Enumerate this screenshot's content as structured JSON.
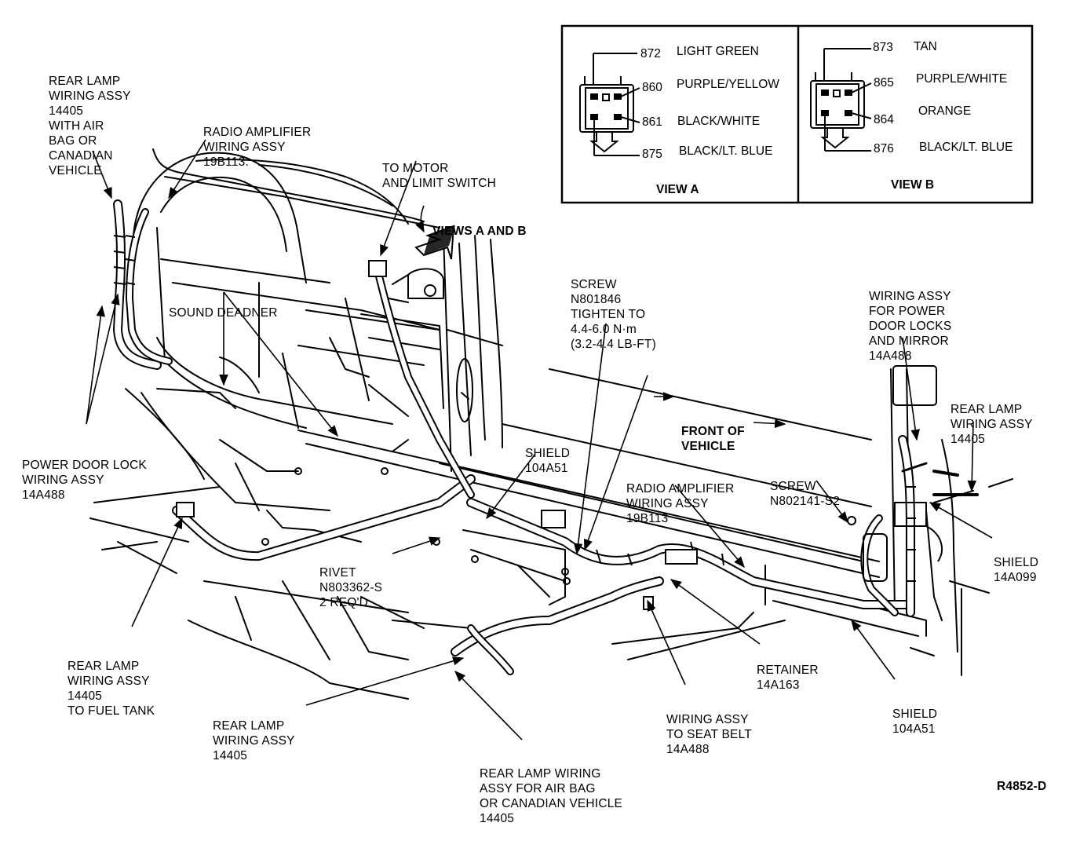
{
  "figure_code": "R4852-D",
  "connector_views": {
    "view_a": {
      "title": "VIEW A",
      "pins": [
        {
          "circuit": "872",
          "color": "LIGHT GREEN"
        },
        {
          "circuit": "860",
          "color": "PURPLE/YELLOW"
        },
        {
          "circuit": "861",
          "color": "BLACK/WHITE"
        },
        {
          "circuit": "875",
          "color": "BLACK/LT. BLUE"
        }
      ]
    },
    "view_b": {
      "title": "VIEW B",
      "pins": [
        {
          "circuit": "873",
          "color": "TAN"
        },
        {
          "circuit": "865",
          "color": "PURPLE/WHITE"
        },
        {
          "circuit": "864",
          "color": "ORANGE"
        },
        {
          "circuit": "876",
          "color": "BLACK/LT. BLUE"
        }
      ]
    }
  },
  "callouts": [
    {
      "id": "rear-lamp-airbag-top",
      "lines": [
        "REAR LAMP",
        "WIRING ASSY",
        "14405",
        "WITH AIR",
        "BAG OR",
        "CANADIAN",
        "VEHICLE"
      ]
    },
    {
      "id": "radio-amp-top",
      "lines": [
        "RADIO AMPLIFIER",
        "WIRING ASSY",
        "19B113."
      ]
    },
    {
      "id": "to-motor",
      "lines": [
        "TO MOTOR",
        "AND LIMIT SWITCH"
      ]
    },
    {
      "id": "views-a-b",
      "lines": [
        "VIEWS A AND B"
      ]
    },
    {
      "id": "sound-deadner",
      "lines": [
        "SOUND DEADNER"
      ]
    },
    {
      "id": "screw-n801846",
      "lines": [
        "SCREW",
        "N801846",
        "TIGHTEN TO",
        "4.4-6.0 N·m",
        "(3.2-4.4 LB-FT)"
      ]
    },
    {
      "id": "wiring-door-locks",
      "lines": [
        "WIRING ASSY",
        "FOR POWER",
        "DOOR LOCKS",
        "AND MIRROR",
        "14A488"
      ]
    },
    {
      "id": "rear-lamp-right",
      "lines": [
        "REAR LAMP",
        "WIRING ASSY",
        "14405"
      ]
    },
    {
      "id": "front-of-vehicle",
      "lines": [
        "FRONT OF",
        "VEHICLE"
      ]
    },
    {
      "id": "power-door-lock",
      "lines": [
        "POWER DOOR LOCK",
        "WIRING ASSY",
        "14A488"
      ]
    },
    {
      "id": "shield-104a51-top",
      "lines": [
        "SHIELD",
        "104A51"
      ]
    },
    {
      "id": "radio-amp-mid",
      "lines": [
        "RADIO AMPLIFIER",
        "WIRING ASSY",
        "19B113"
      ]
    },
    {
      "id": "screw-n802141",
      "lines": [
        "SCREW",
        "N802141-S2"
      ]
    },
    {
      "id": "shield-14a099",
      "lines": [
        "SHIELD",
        "14A099"
      ]
    },
    {
      "id": "rivet",
      "lines": [
        "RIVET",
        "N803362-S",
        "2 REQ'D"
      ]
    },
    {
      "id": "rear-lamp-fuel",
      "lines": [
        "REAR LAMP",
        "WIRING ASSY",
        "14405",
        "TO FUEL TANK"
      ]
    },
    {
      "id": "retainer",
      "lines": [
        "RETAINER",
        "14A163"
      ]
    },
    {
      "id": "rear-lamp-bottom",
      "lines": [
        "REAR LAMP",
        "WIRING ASSY",
        "14405"
      ]
    },
    {
      "id": "seat-belt",
      "lines": [
        "WIRING ASSY",
        "TO SEAT BELT",
        "14A488"
      ]
    },
    {
      "id": "shield-104a51-bottom",
      "lines": [
        "SHIELD",
        "104A51"
      ]
    },
    {
      "id": "rear-lamp-airbag-bottom",
      "lines": [
        "REAR LAMP WIRING",
        "ASSY FOR AIR BAG",
        "OR CANADIAN VEHICLE",
        "14405"
      ]
    }
  ]
}
